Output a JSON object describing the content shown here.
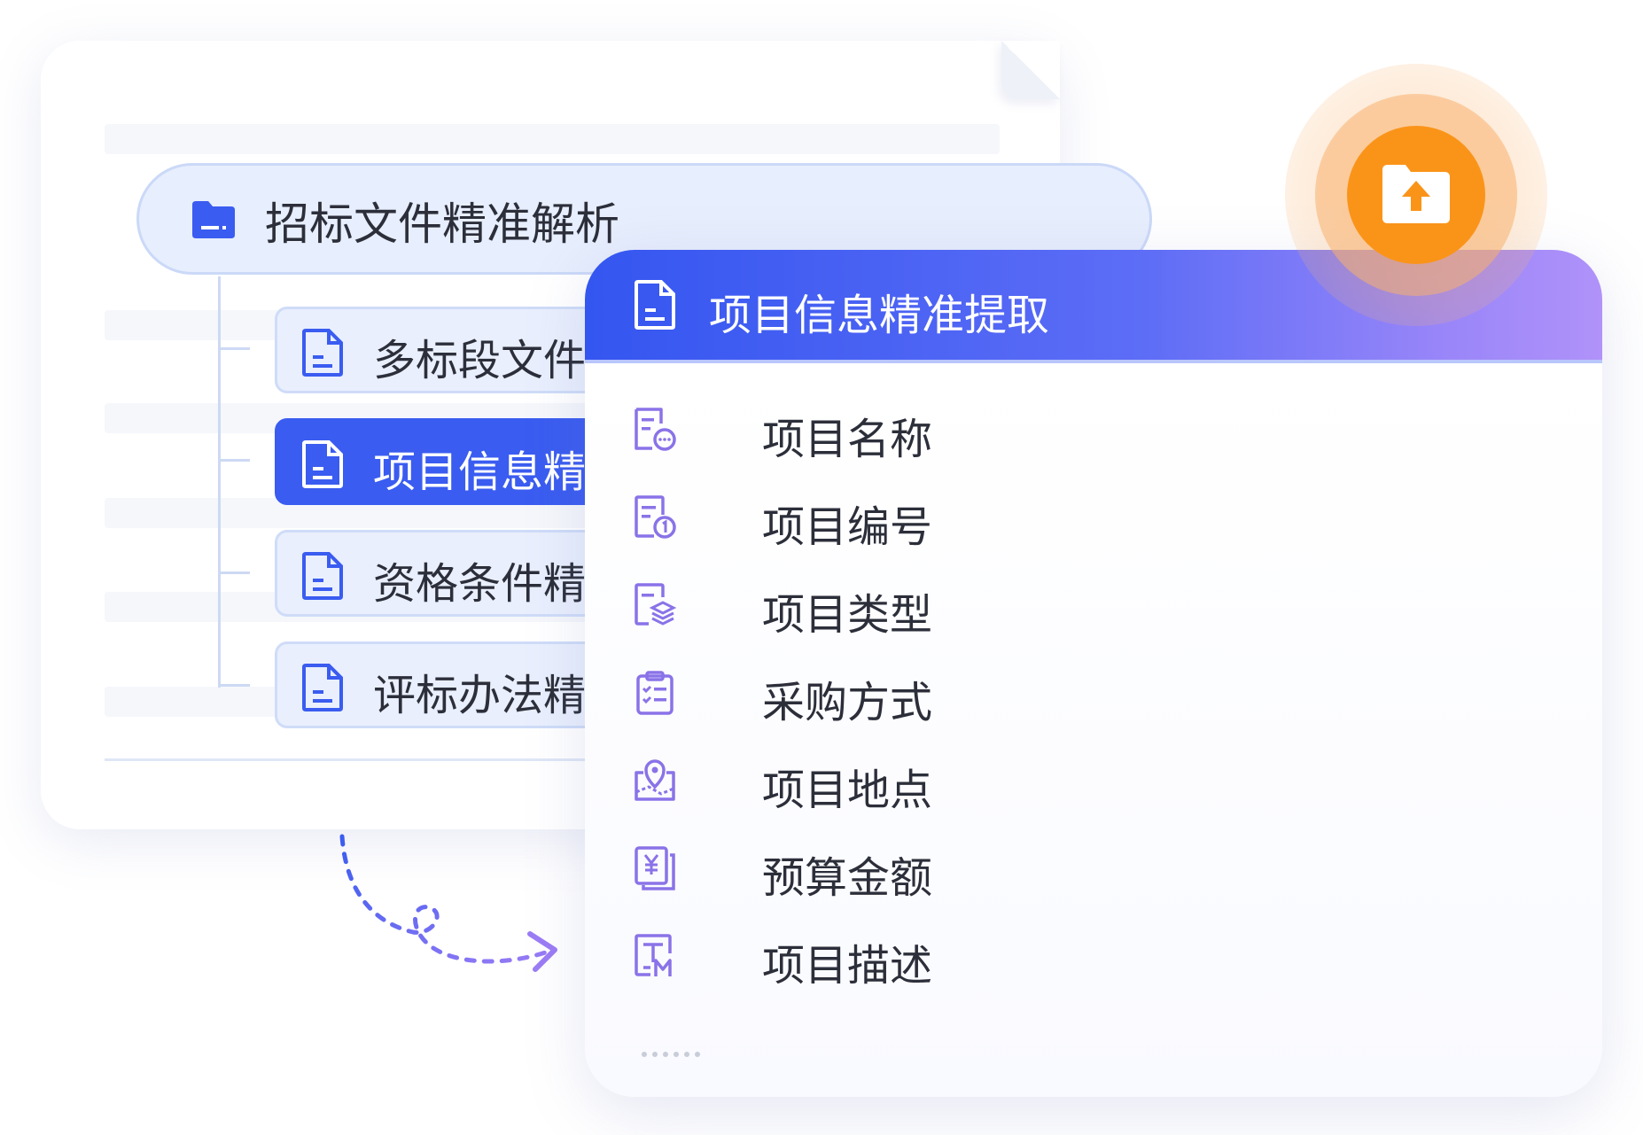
{
  "document_tree": {
    "root_label": "招标文件精准解析",
    "items": [
      {
        "label": "多标段文件",
        "active": false
      },
      {
        "label": "项目信息精",
        "active": true
      },
      {
        "label": "资格条件精",
        "active": false
      },
      {
        "label": "评标办法精",
        "active": false
      }
    ]
  },
  "extraction_panel": {
    "title": "项目信息精准提取",
    "fields": [
      {
        "label": "项目名称",
        "icon": "document-name-icon"
      },
      {
        "label": "项目编号",
        "icon": "document-number-icon"
      },
      {
        "label": "项目类型",
        "icon": "document-type-icon"
      },
      {
        "label": "采购方式",
        "icon": "clipboard-checklist-icon"
      },
      {
        "label": "项目地点",
        "icon": "map-pin-icon"
      },
      {
        "label": "预算金额",
        "icon": "yuan-document-icon"
      },
      {
        "label": "项目描述",
        "icon": "text-description-icon"
      }
    ],
    "more_indicator": "more-dots"
  },
  "upload": {
    "icon": "folder-upload-icon"
  },
  "colors": {
    "primary_blue": "#3a5cf0",
    "light_blue": "#e9effd",
    "purple_accent": "#8a73e8",
    "orange": "#fa9419"
  }
}
